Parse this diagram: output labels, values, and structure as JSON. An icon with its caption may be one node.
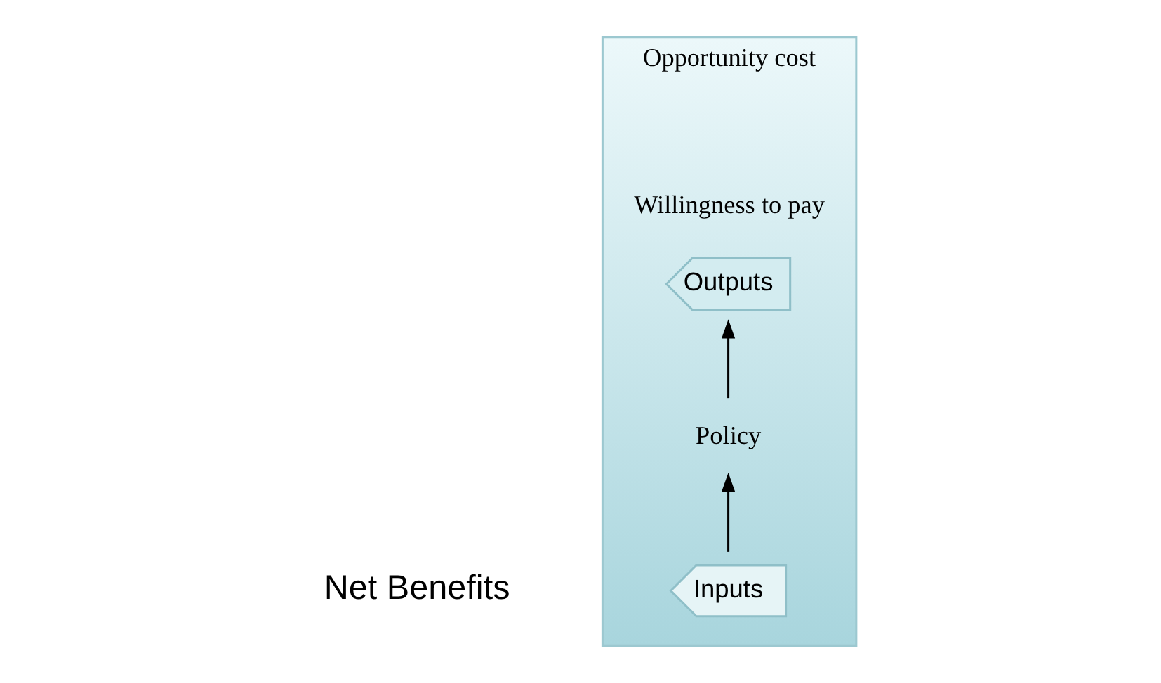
{
  "diagram": {
    "nodes": [
      {
        "text": [
          "Opportunity cost",
          "Willingness to pay"
        ]
      },
      {
        "text": [
          "Inputs"
        ],
        "in": 0
      },
      {
        "text": [
          "Policy"
        ],
        "in": 0
      },
      {
        "text": [
          "Outputs"
        ],
        "in": 0
      }
    ],
    "edges": [
      {
        "from": 1,
        "to": 2,
        "arrow": "to"
      },
      {
        "from": 2,
        "to": 3,
        "arrow": "to"
      }
    ],
    "labels": [
      "Net Benefits"
    ]
  }
}
